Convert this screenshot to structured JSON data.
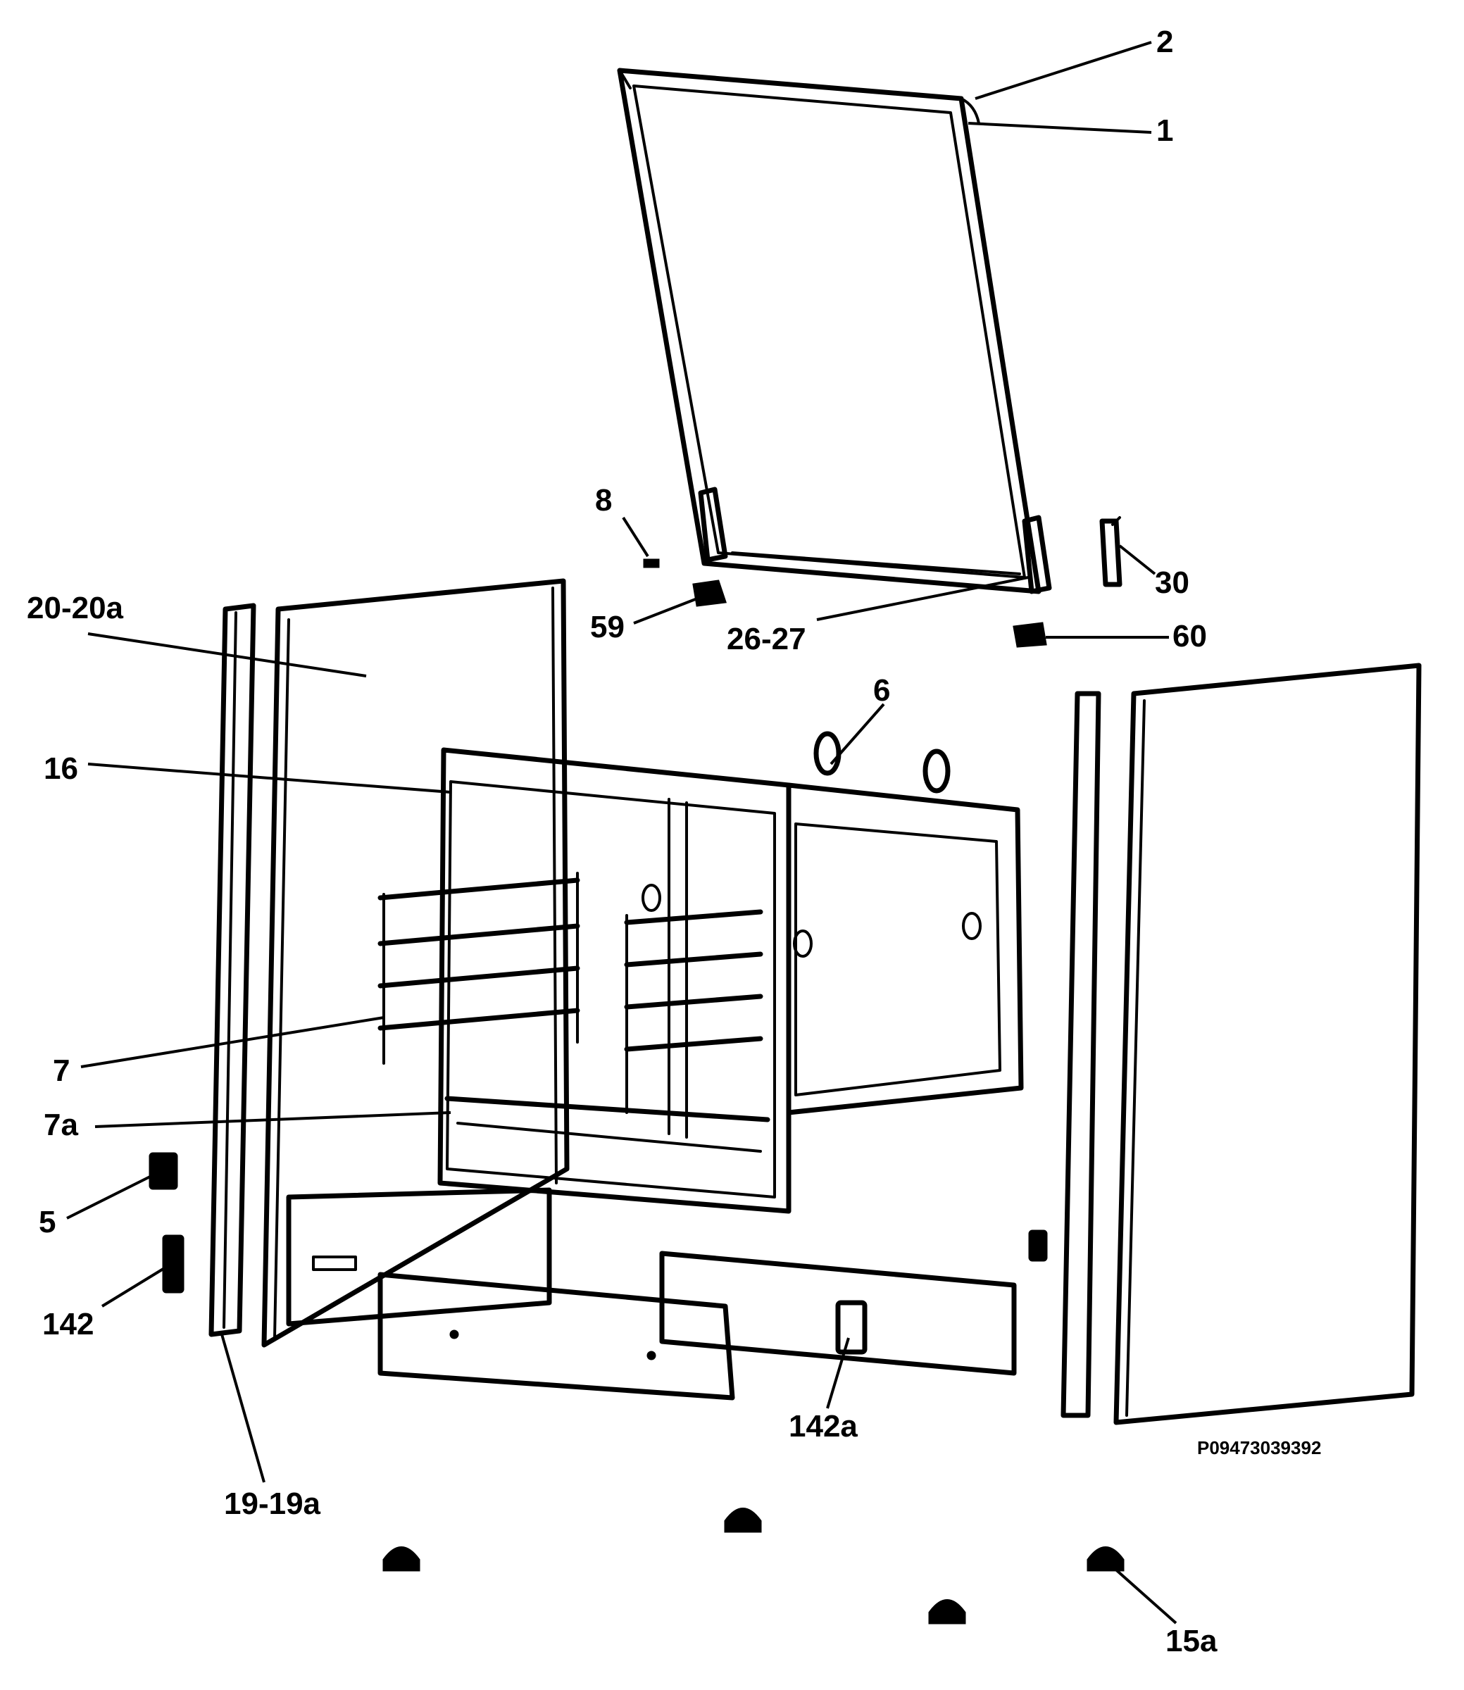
{
  "labels": {
    "l1": "1",
    "l2": "2",
    "l5": "5",
    "l6": "6",
    "l7": "7",
    "l7a": "7a",
    "l8": "8",
    "l15a": "15a",
    "l16": "16",
    "l19": "19-19a",
    "l20": "20-20a",
    "l26": "26-27",
    "l30": "30",
    "l59": "59",
    "l60": "60",
    "l142": "142",
    "l142a": "142a"
  },
  "diagram_code": "P09473039392"
}
